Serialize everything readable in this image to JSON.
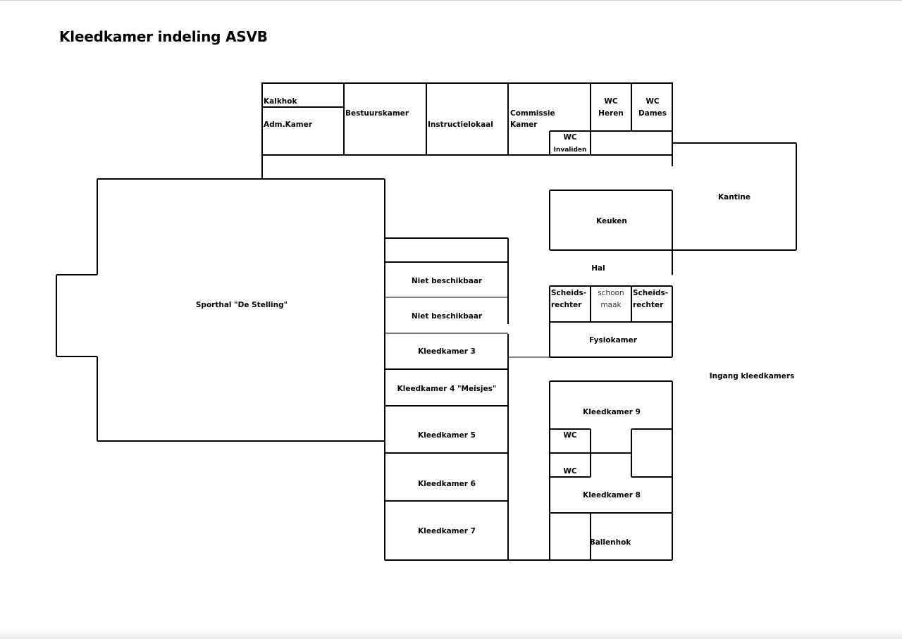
{
  "title": "Kleedkamer indeling ASVB",
  "rooms": {
    "kalkhok": "Kalkhok",
    "adm_kamer": "Adm.Kamer",
    "bestuurskamer": "Bestuurskamer",
    "instructielokaal": "Instructielokaal",
    "commissie_kamer_1": "Commissie",
    "commissie_kamer_2": "Kamer",
    "wc_invaliden_1": "WC",
    "wc_invaliden_2": "Invaliden",
    "wc_heren_1": "WC",
    "wc_heren_2": "Heren",
    "wc_dames_1": "WC",
    "wc_dames_2": "Dames",
    "kantine": "Kantine",
    "keuken": "Keuken",
    "hal": "Hal",
    "sporthal": "Sporthal \"De Stelling\"",
    "niet_beschikbaar_1": "Niet beschikbaar",
    "niet_beschikbaar_2": "Niet beschikbaar",
    "kleedkamer_3": "Kleedkamer 3",
    "kleedkamer_4": "Kleedkamer 4 \"Meisjes\"",
    "kleedkamer_5": "Kleedkamer 5",
    "kleedkamer_6": "Kleedkamer 6",
    "kleedkamer_7": "Kleedkamer 7",
    "scheidsrechter_1a": "Scheids-",
    "scheidsrechter_1b": "rechter",
    "schoonmaak_a": "schoon",
    "schoonmaak_b": "maak",
    "scheidsrechter_2a": "Scheids-",
    "scheidsrechter_2b": "rechter",
    "fysiokamer": "Fysiokamer",
    "ingang_kleedkamers": "Ingang kleedkamers",
    "kleedkamer_9": "Kleedkamer 9",
    "wc_9": "WC",
    "wc_8": "WC",
    "kleedkamer_8": "Kleedkamer 8",
    "ballenhok": "Ballenhok"
  }
}
